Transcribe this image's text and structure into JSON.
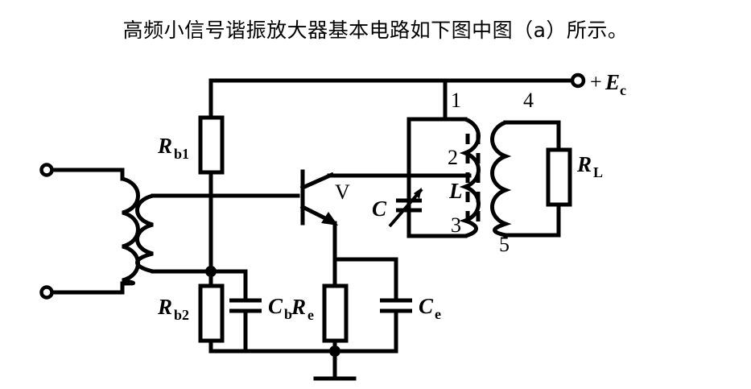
{
  "document": {
    "title_text": "高频小信号谐振放大器基本电路如下图中图（a）所示。",
    "background_color": "#ffffff",
    "ink_color": "#000000"
  },
  "circuit": {
    "name": "高频小信号谐振放大器基本电路",
    "figure_label": "(a)",
    "supply_terminal": {
      "label_main": "+E",
      "label_sub": "c"
    },
    "transistor": {
      "label": "V",
      "type": "NPN"
    },
    "resistors": [
      {
        "id": "rb1",
        "label_main": "R",
        "label_sub": "b1"
      },
      {
        "id": "rb2",
        "label_main": "R",
        "label_sub": "b2"
      },
      {
        "id": "re",
        "label_main": "R",
        "label_sub": "e"
      },
      {
        "id": "rl",
        "label_main": "R",
        "label_sub": "L"
      }
    ],
    "capacitors": [
      {
        "id": "cb",
        "label_main": "C",
        "label_sub": "b",
        "variable": false
      },
      {
        "id": "ce",
        "label_main": "C",
        "label_sub": "e",
        "variable": false
      },
      {
        "id": "ctune",
        "label_main": "C",
        "label_sub": "",
        "variable": true
      }
    ],
    "inductor": {
      "label_main": "L",
      "label_sub": ""
    },
    "tap_numbers": {
      "primary_top": "1",
      "primary_mid": "2",
      "primary_bottom": "3",
      "secondary_top": "4",
      "secondary_bottom": "5"
    },
    "input_terminals": {
      "top": "input-terminal-top",
      "bottom": "input-terminal-bottom"
    },
    "ground": {
      "name": "ground-symbol"
    }
  }
}
